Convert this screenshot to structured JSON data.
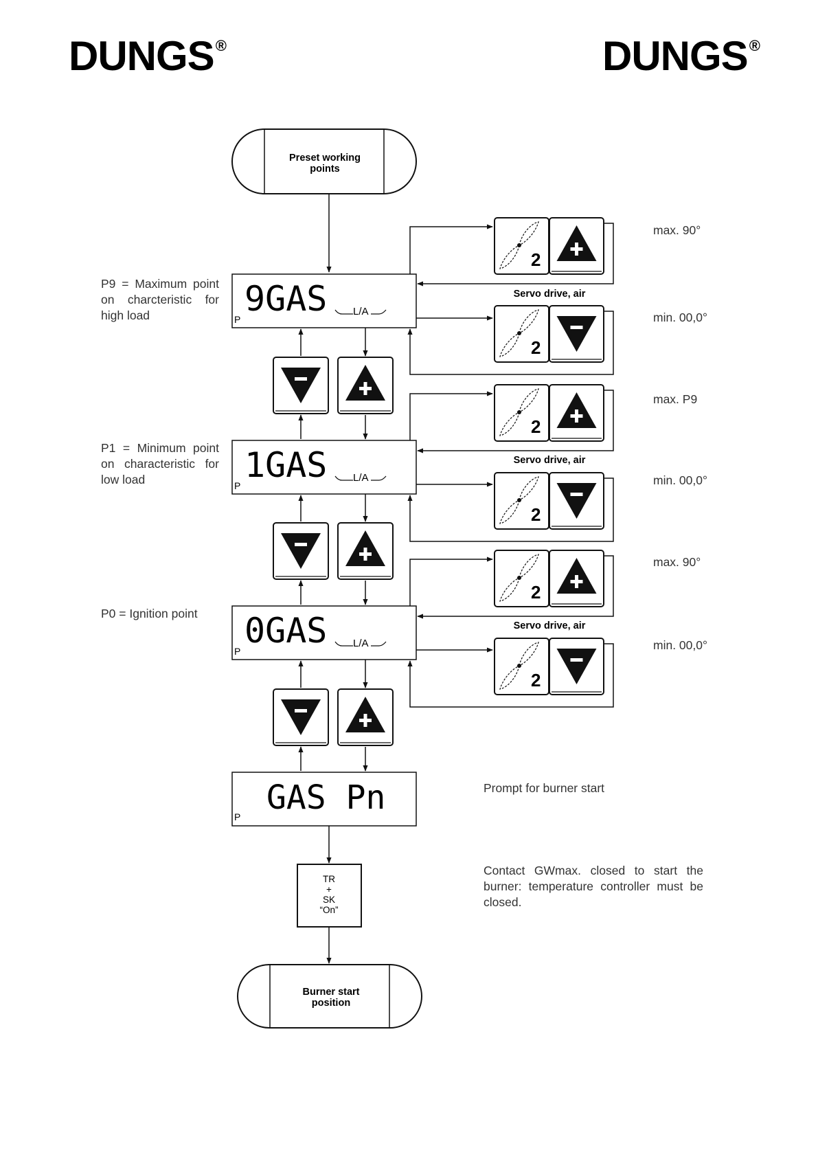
{
  "logos": {
    "left": "DUNGS",
    "right": "DUNGS",
    "mark": "®"
  },
  "flow": {
    "start": [
      "Preset working",
      "points"
    ],
    "end": [
      "Burner start",
      "position"
    ],
    "switch_box": [
      "TR",
      "+",
      "SK",
      "“On”"
    ]
  },
  "displays": [
    {
      "text": "9GAS",
      "unit": "L/A",
      "corner": "P",
      "label": "P9 = Maximum point on charcteristic for high load"
    },
    {
      "text": "1GAS",
      "unit": "L/A",
      "corner": "P",
      "label": "P1 = Minimum point on characteristic for low load"
    },
    {
      "text": "0GAS",
      "unit": "L/A",
      "corner": "P",
      "label": "P0 = Ignition point"
    },
    {
      "text": "GAS Pn",
      "unit": "",
      "corner": "P",
      "label": ""
    }
  ],
  "servo_label": "Servo drive, air",
  "servo_digit": "2",
  "limits": [
    {
      "max": "max. 90°",
      "min": "min. 00,0°"
    },
    {
      "max": "max. P9",
      "min": "min. 00,0°"
    },
    {
      "max": "max. 90°",
      "min": "min. 00,0°"
    }
  ],
  "notes": {
    "prompt": "Prompt for burner start",
    "contact": "Contact GWmax. closed to start the burner: temperature controller must be closed."
  },
  "icons": [
    "fan-icon",
    "plus-key-icon",
    "minus-key-icon",
    "arrow-icon"
  ]
}
